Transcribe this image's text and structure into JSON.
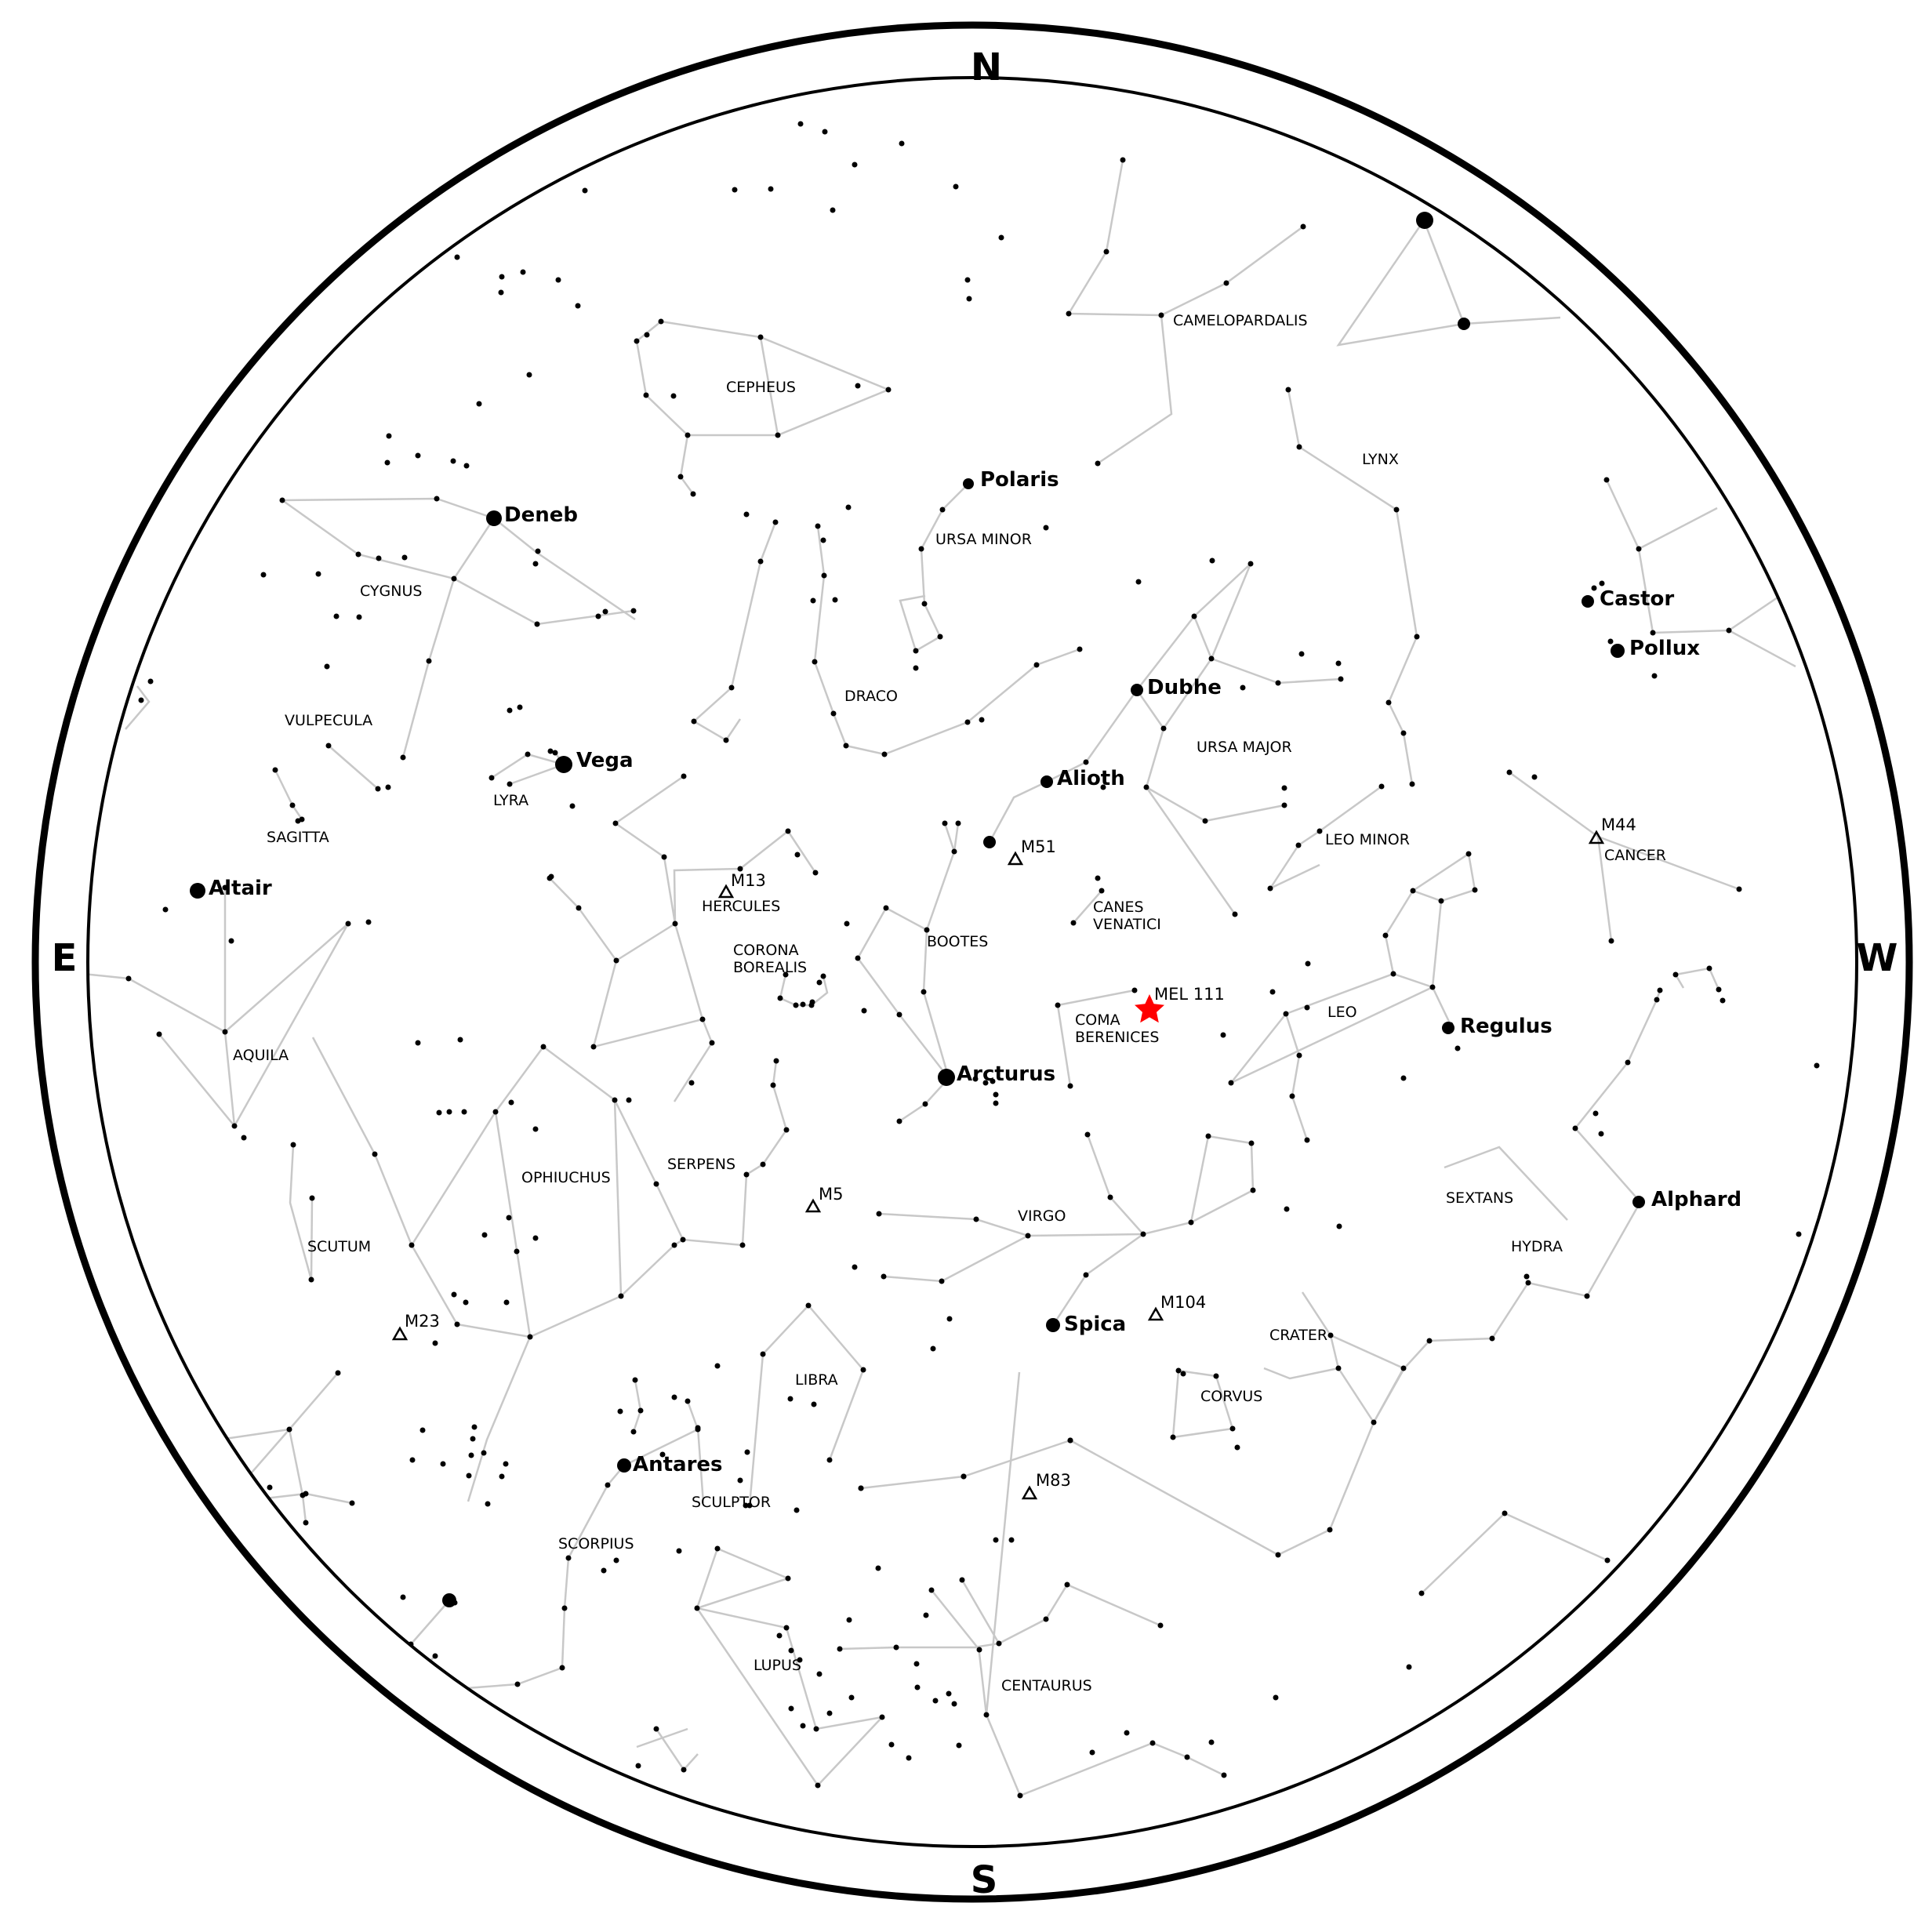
{
  "directions": {
    "north": "N",
    "south": "S",
    "east": "E",
    "west": "W"
  },
  "stars": [
    {
      "name": "Deneb"
    },
    {
      "name": "Vega"
    },
    {
      "name": "Altair"
    },
    {
      "name": "Polaris"
    },
    {
      "name": "Dubhe"
    },
    {
      "name": "Alioth"
    },
    {
      "name": "Castor"
    },
    {
      "name": "Pollux"
    },
    {
      "name": "Regulus"
    },
    {
      "name": "Arcturus"
    },
    {
      "name": "Alphard"
    },
    {
      "name": "Spica"
    },
    {
      "name": "Antares"
    }
  ],
  "constellations": [
    "CEPHEUS",
    "CAMELOPARDALIS",
    "LYNX",
    "URSA MINOR",
    "CYGNUS",
    "DRACO",
    "VULPECULA",
    "URSA MAJOR",
    "LYRA",
    "SAGITTA",
    "LEO MINOR",
    "CANCER",
    "HERCULES",
    "CANES\nVENATICI",
    "CORONA\nBOREALIS",
    "BOOTES",
    "COMA\nBERENICES",
    "LEO",
    "AQUILA",
    "OPHIUCHUS",
    "SERPENS",
    "SEXTANS",
    "VIRGO",
    "SCUTUM",
    "HYDRA",
    "CRATER",
    "LIBRA",
    "CORVUS",
    "SCULPTOR",
    "SCORPIUS",
    "LUPUS",
    "CENTAURUS"
  ],
  "deep_sky_objects": [
    "M13",
    "M51",
    "M44",
    "M5",
    "M23",
    "M104",
    "M83"
  ],
  "highlight": {
    "label": "MEL 111",
    "color": "#ff0000"
  },
  "colors": {
    "star": "#000000",
    "line": "#c8c8c8",
    "ring": "#000000",
    "highlight": "#ff0000"
  }
}
